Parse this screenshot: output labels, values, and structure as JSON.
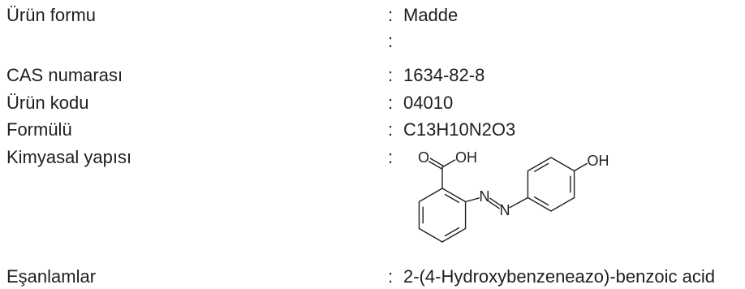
{
  "separator": ":",
  "rows": [
    {
      "label": "Ürün formu",
      "value": "Madde"
    },
    {},
    {
      "label": "CAS numarası",
      "value": "1634-82-8"
    },
    {
      "label": "Ürün kodu",
      "value": "04010"
    },
    {
      "label": "Formülü",
      "value": "C13H10N2O3"
    },
    {
      "label": "Kimyasal yapısı"
    },
    {
      "label": "Eşanlamlar",
      "value": "2-(4-Hydroxybenzeneazo)-benzoic acid"
    }
  ],
  "structure": {
    "atoms": [
      "O",
      "OH",
      "N",
      "N",
      "OH"
    ]
  }
}
